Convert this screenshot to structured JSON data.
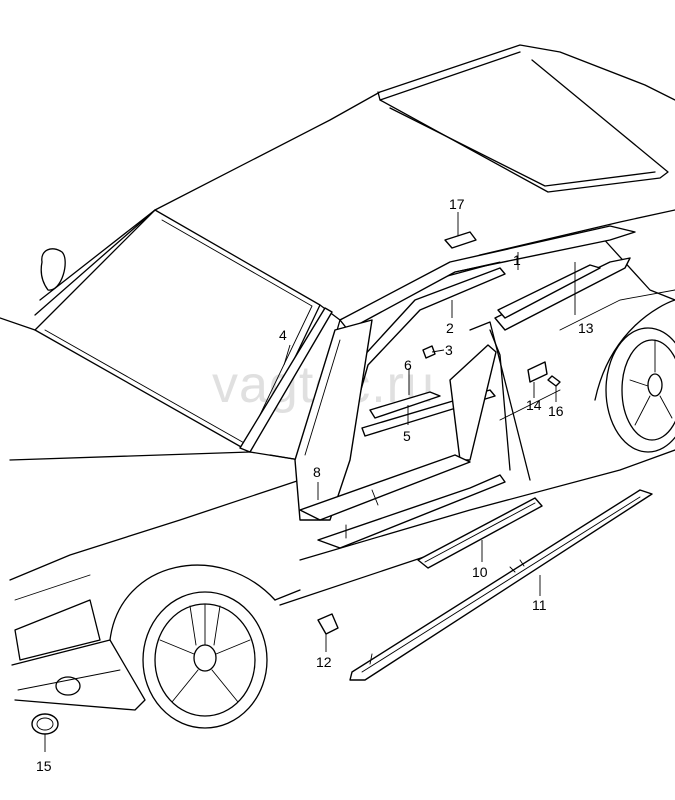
{
  "watermark": "vagtec.ru",
  "callouts": [
    {
      "id": "1",
      "text": "1"
    },
    {
      "id": "2",
      "text": "2"
    },
    {
      "id": "3",
      "text": "3"
    },
    {
      "id": "4",
      "text": "4"
    },
    {
      "id": "5",
      "text": "5"
    },
    {
      "id": "6",
      "text": "6"
    },
    {
      "id": "8",
      "text": "8"
    },
    {
      "id": "10",
      "text": "10"
    },
    {
      "id": "11",
      "text": "11"
    },
    {
      "id": "12",
      "text": "12"
    },
    {
      "id": "13",
      "text": "13"
    },
    {
      "id": "14",
      "text": "14"
    },
    {
      "id": "15",
      "text": "15"
    },
    {
      "id": "16",
      "text": "16"
    },
    {
      "id": "17",
      "text": "17"
    }
  ]
}
